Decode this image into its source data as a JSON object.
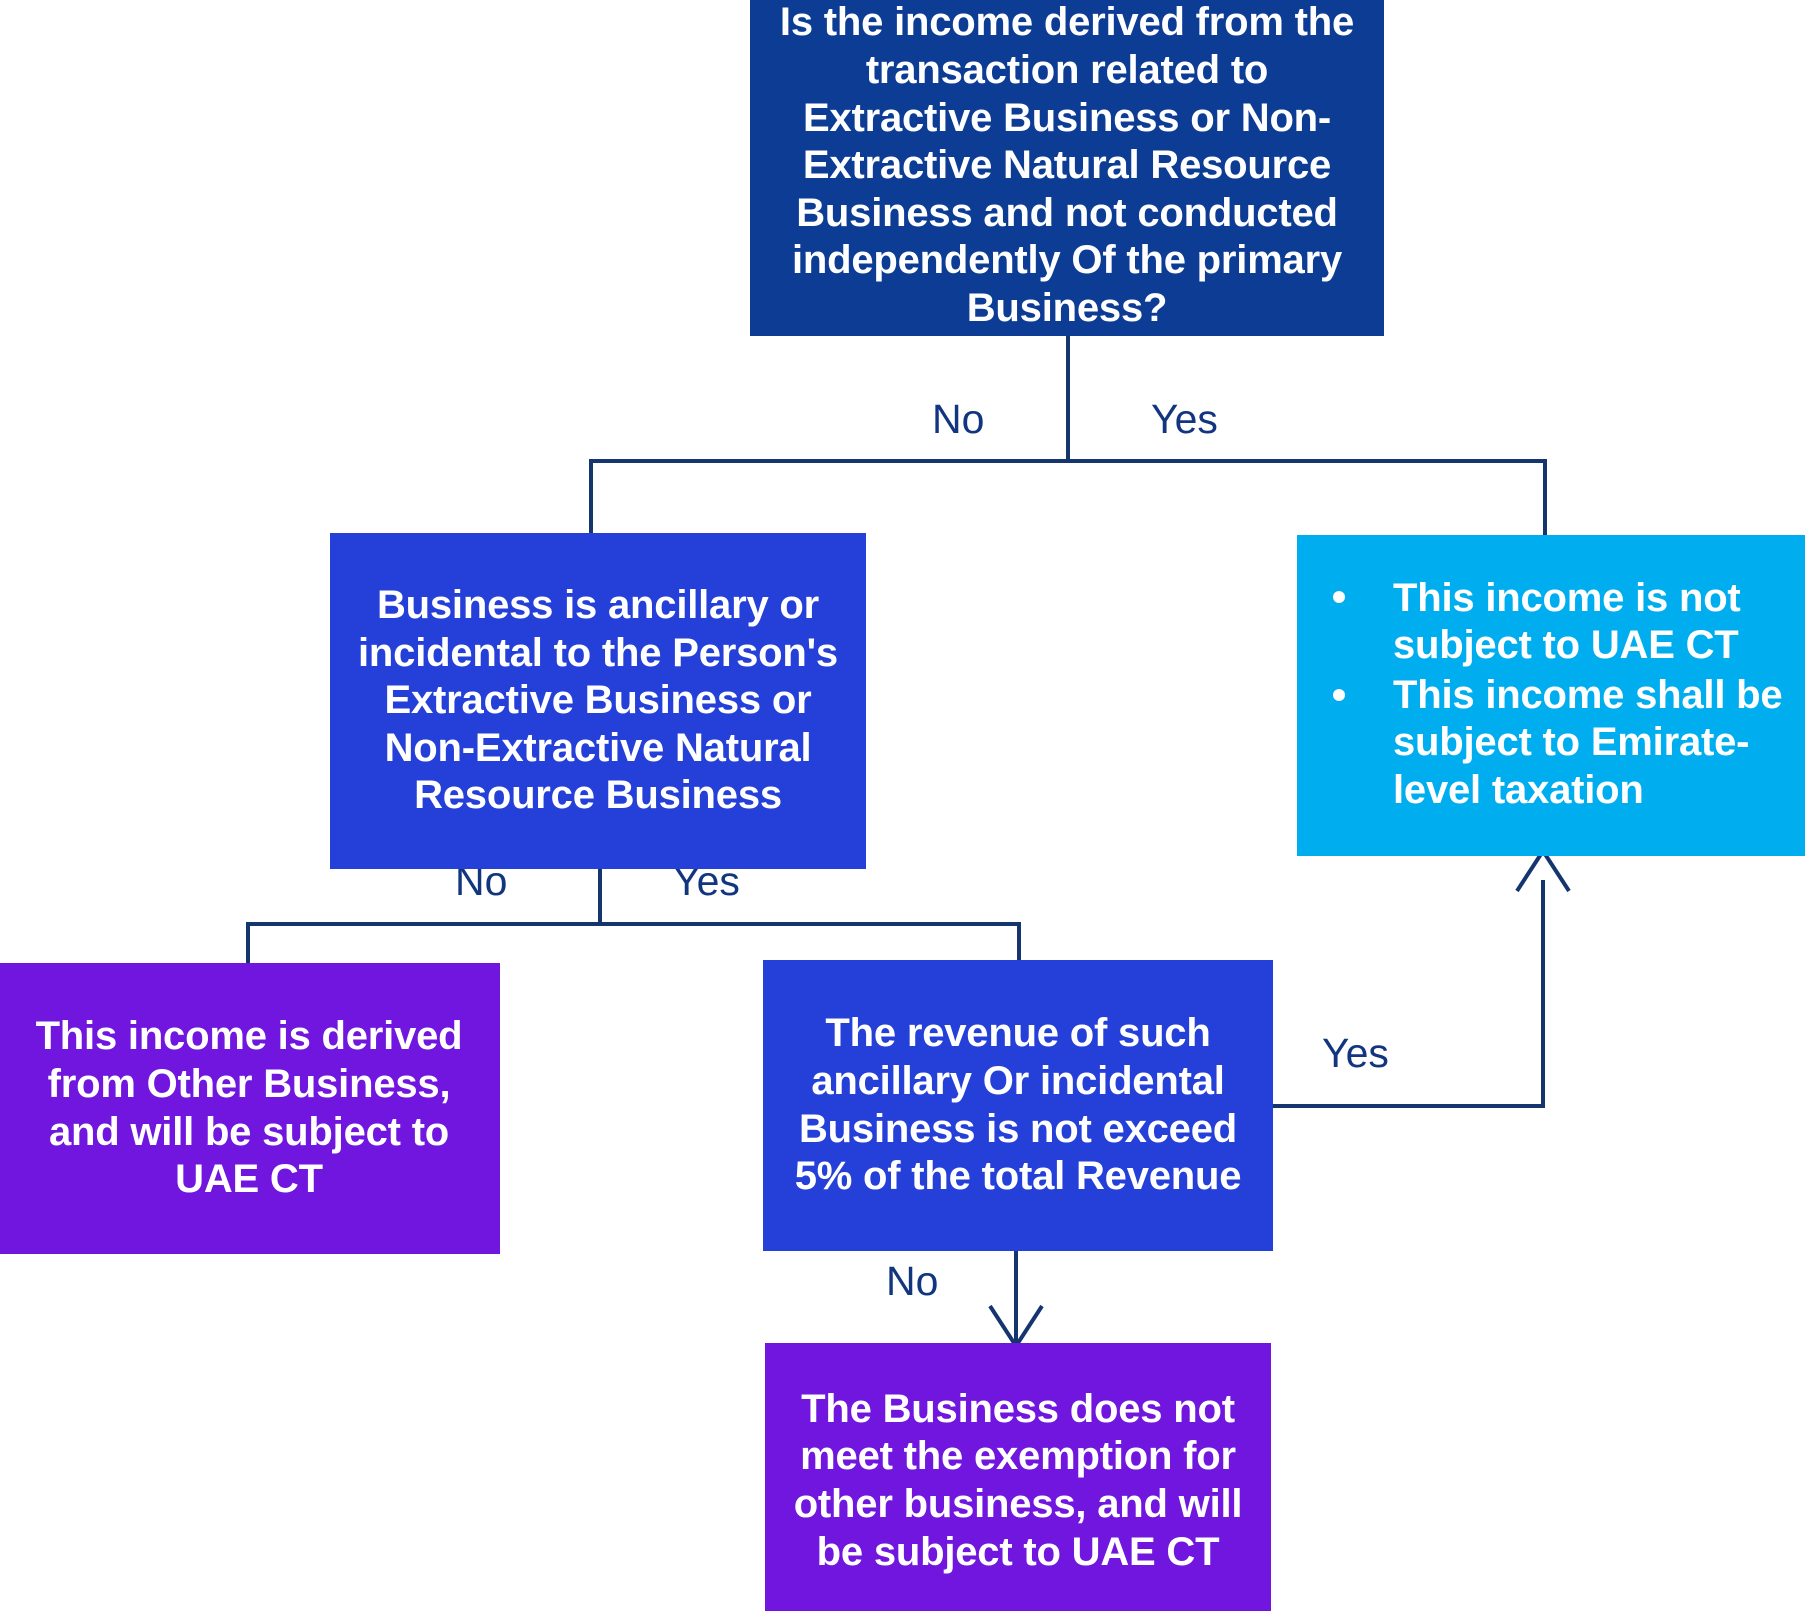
{
  "diagram": {
    "title": "UAE CT Extractive Business income decision flowchart",
    "colors": {
      "root_navy": "#0C3C94",
      "decision_blue": "#2540D8",
      "outcome_cyan": "#00AEEF",
      "outcome_purple": "#7016DE",
      "connector_navy": "#15356E",
      "label_navy": "#12357F",
      "node_text": "#FFFFFF"
    },
    "nodes": {
      "root": {
        "id": "root-question",
        "type": "decision",
        "text": "Is the income derived from the transaction related to Extractive Business or Non-Extractive Natural Resource Business and not conducted independently Of the primary Business?"
      },
      "ancillary": {
        "id": "ancillary-question",
        "type": "decision",
        "text": "Business is ancillary or incidental to the Person's Extractive Business or Non-Extractive Natural Resource Business"
      },
      "emirate": {
        "id": "emirate-outcome",
        "type": "outcome",
        "bullets": [
          "This income is not subject to UAE CT",
          "This income shall be subject to Emirate-level taxation"
        ]
      },
      "other_business": {
        "id": "other-business-outcome",
        "type": "outcome",
        "text": "This income is derived from Other Business, and will be subject to UAE CT"
      },
      "revenue": {
        "id": "revenue-question",
        "type": "decision",
        "text": "The revenue of such ancillary Or incidental Business is not exceed 5% of the total Revenue"
      },
      "no_exemption": {
        "id": "no-exemption-outcome",
        "type": "outcome",
        "text": "The Business does not meet the exemption for other business, and will be subject to UAE CT"
      }
    },
    "edge_labels": {
      "root_no": "No",
      "root_yes": "Yes",
      "ancillary_no": "No",
      "ancillary_yes": "Yes",
      "revenue_yes": "Yes",
      "revenue_no": "No"
    },
    "edges": [
      {
        "from": "root",
        "to": "ancillary",
        "label": "No"
      },
      {
        "from": "root",
        "to": "emirate",
        "label": "Yes"
      },
      {
        "from": "ancillary",
        "to": "other_business",
        "label": "No"
      },
      {
        "from": "ancillary",
        "to": "revenue",
        "label": "Yes"
      },
      {
        "from": "revenue",
        "to": "emirate",
        "label": "Yes"
      },
      {
        "from": "revenue",
        "to": "no_exemption",
        "label": "No"
      }
    ]
  }
}
